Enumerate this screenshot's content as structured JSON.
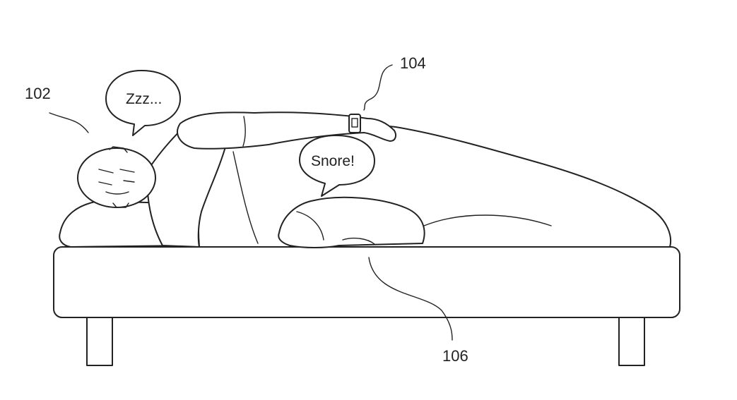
{
  "figure": {
    "reference_labels": {
      "person": "102",
      "wearable_device": "104",
      "pet": "106"
    },
    "speech_bubbles": {
      "person": "Zzz...",
      "pet": "Snore!"
    }
  }
}
